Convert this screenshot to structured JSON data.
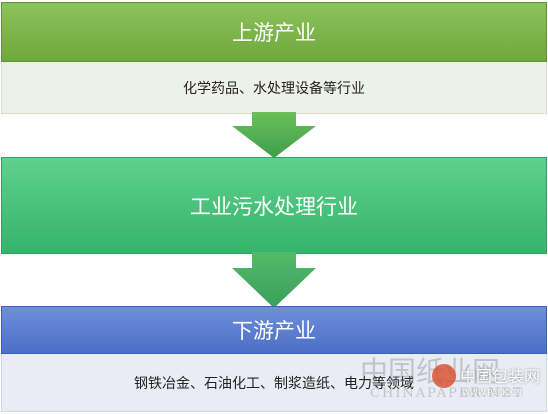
{
  "upstream": {
    "title": "上游产业",
    "detail": "化学药品、水处理设备等行业"
  },
  "middle": {
    "title": "工业污水处理行业"
  },
  "downstream": {
    "title": "下游产业",
    "detail": "钢铁冶金、石油化工、制浆造纸、电力等领域"
  },
  "watermark": {
    "cn": "中国纸业网",
    "en": "CHINAPAPER.NET"
  },
  "logo": {
    "cn": "中国包装网",
    "url": "WWW.PACK.CN"
  },
  "colors": {
    "upstream": "#7cb64a",
    "middle": "#45c07a",
    "downstream": "#5a7fd0",
    "arrow": "#4aa95a"
  }
}
